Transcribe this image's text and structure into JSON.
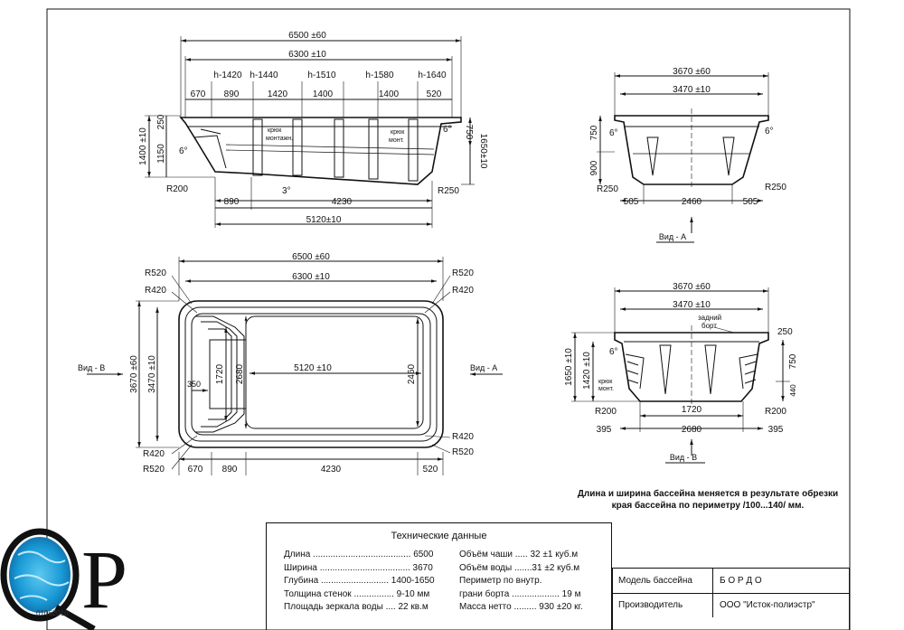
{
  "side_view": {
    "overall_length": "6500 ±60",
    "rim_length": "6300 ±10",
    "depth_marks": [
      "h-1420",
      "h-1440",
      "h-1510",
      "h-1580",
      "h-1640"
    ],
    "segments_top": [
      "670",
      "890",
      "1420",
      "1400",
      "1400",
      "520"
    ],
    "left_heights": {
      "rim": "250",
      "body": "1150",
      "total": "1400 ±10"
    },
    "right_heights": {
      "rim": "750",
      "total": "1650±10"
    },
    "angles": {
      "left": "6°",
      "right": "6°",
      "bottom": "3°"
    },
    "radii": {
      "left": "R200",
      "right": "R250"
    },
    "labels": {
      "hook_left": "крюк\nмонтажн.",
      "hook_right": "крюк\nмонт."
    },
    "bottom_dims": {
      "d1": "890",
      "d2": "4230",
      "d3": "5120±10"
    }
  },
  "view_a": {
    "overall": "3670 ±60",
    "inner": "3470 ±10",
    "heights": {
      "upper": "750",
      "lower": "900"
    },
    "angles": {
      "left": "6°",
      "right": "6°"
    },
    "radii": {
      "left": "R250",
      "right": "R250"
    },
    "bottom": [
      "505",
      "2460",
      "505"
    ],
    "caption": "Вид - А"
  },
  "plan_view": {
    "overall_length": "6500 ±60",
    "rim_length": "6300 ±10",
    "radii": {
      "tl_outer": "R520",
      "tl_inner": "R420",
      "tr_outer": "R520",
      "tr_inner": "R420",
      "bl_inner": "R420",
      "bl_outer": "R520",
      "br_inner": "R420",
      "br_outer": "R520"
    },
    "width_outer": "3670 ±60",
    "width_inner": "3470 ±10",
    "step_dims": {
      "d350": "350",
      "d1720": "1720",
      "d2680": "2680",
      "d2460": "2460"
    },
    "bottom_length": "5120 ±10",
    "bottom_segments": [
      "670",
      "890",
      "4230",
      "520"
    ],
    "view_b_label": "Вид - В",
    "view_a_label": "Вид - А"
  },
  "view_b": {
    "overall": "3670 ±60",
    "inner": "3470 ±10",
    "rear_label": "задний\nборт",
    "rim": "250",
    "angle": "6°",
    "heights": {
      "total": "1650 ±10",
      "mid": "1420 ±10",
      "right_upper": "750",
      "right_lower": "440"
    },
    "hook_label": "крюк\nмонт.",
    "radii": {
      "left": "R200",
      "right": "R200"
    },
    "bottom_inner": "1720",
    "bottom": [
      "395",
      "2680",
      "395"
    ],
    "caption": "Вид - В"
  },
  "note": "Длина и ширина бассейна меняется в результате обрезки края бассейна по периметру /100...140/ мм.",
  "specs": {
    "title": "Технические данные",
    "left": "Длина ....................................... 6500\nШирина .................................... 3670\nГлубина ........................... 1400-1650\nТолщина стенок ................ 9-10 мм\nПлощадь зеркала воды .... 22 кв.м",
    "right": "Объём чаши ..... 32 ±1 куб.м\nОбъём воды .......31 ±2 куб.м\nПериметр по внутр.\nграни борта ................... 19 м\nМасса нетто ......... 930 ±20 кг."
  },
  "info": {
    "model_label": "Модель бассейна",
    "model_value": "Б О Р Д О",
    "maker_label": "Производитель",
    "maker_value": "ООО \"Исток-полиэстр\""
  },
  "logo": {
    "letters": "QP",
    "code": "01062010",
    "water_color": "#1a9ad6"
  }
}
